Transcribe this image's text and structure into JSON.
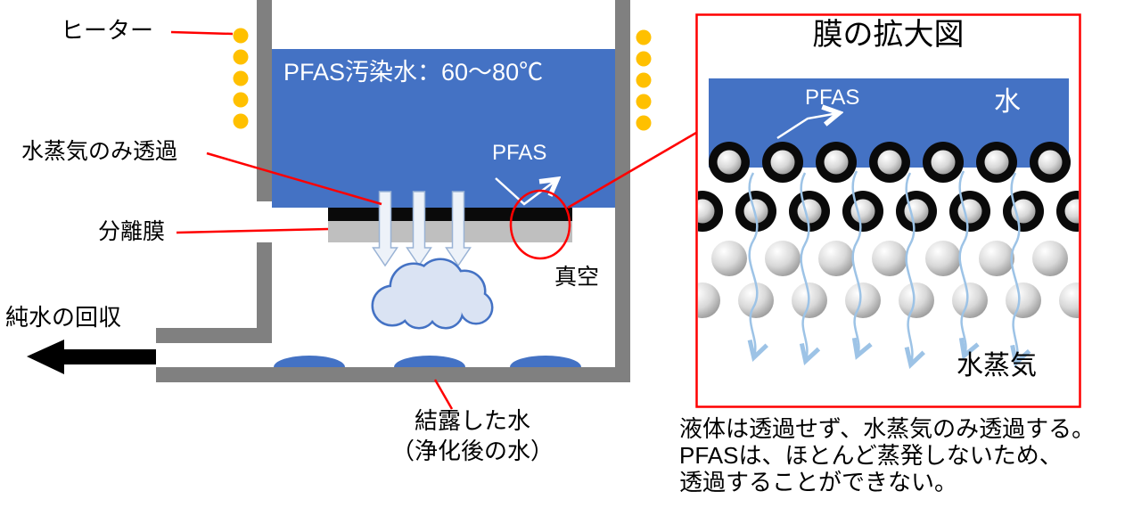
{
  "colors": {
    "blue": "#4472C4",
    "light-blue": "#DAE3F3",
    "arrow-blue": "#9DC3E6",
    "wall-gray": "#808080",
    "membrane-gray": "#BFBFBF",
    "membrane-black": "#0a0a0a",
    "heater-orange": "#FFC000",
    "annotation-red": "#FF0000"
  },
  "apparatus": {
    "heater_label": "ヒーター",
    "water_label": "PFAS汚染水：60〜80℃",
    "vapor_permeate_label": "水蒸気のみ透過",
    "membrane_label": "分離膜",
    "pfas_label": "PFAS",
    "vacuum_label": "真空",
    "pure_water_label": "純水の回収",
    "condensed_line1": "結露した水",
    "condensed_line2": "（浄化後の水）"
  },
  "panel": {
    "title": "膜の拡大図",
    "pfas_label": "PFAS",
    "water_label": "水",
    "vapor_label": "水蒸気"
  },
  "caption": {
    "lines": [
      "液体は透過せず、水蒸気のみ透過する。",
      "PFASは、ほとんど蒸発しないため、",
      "透過することができない。"
    ]
  }
}
